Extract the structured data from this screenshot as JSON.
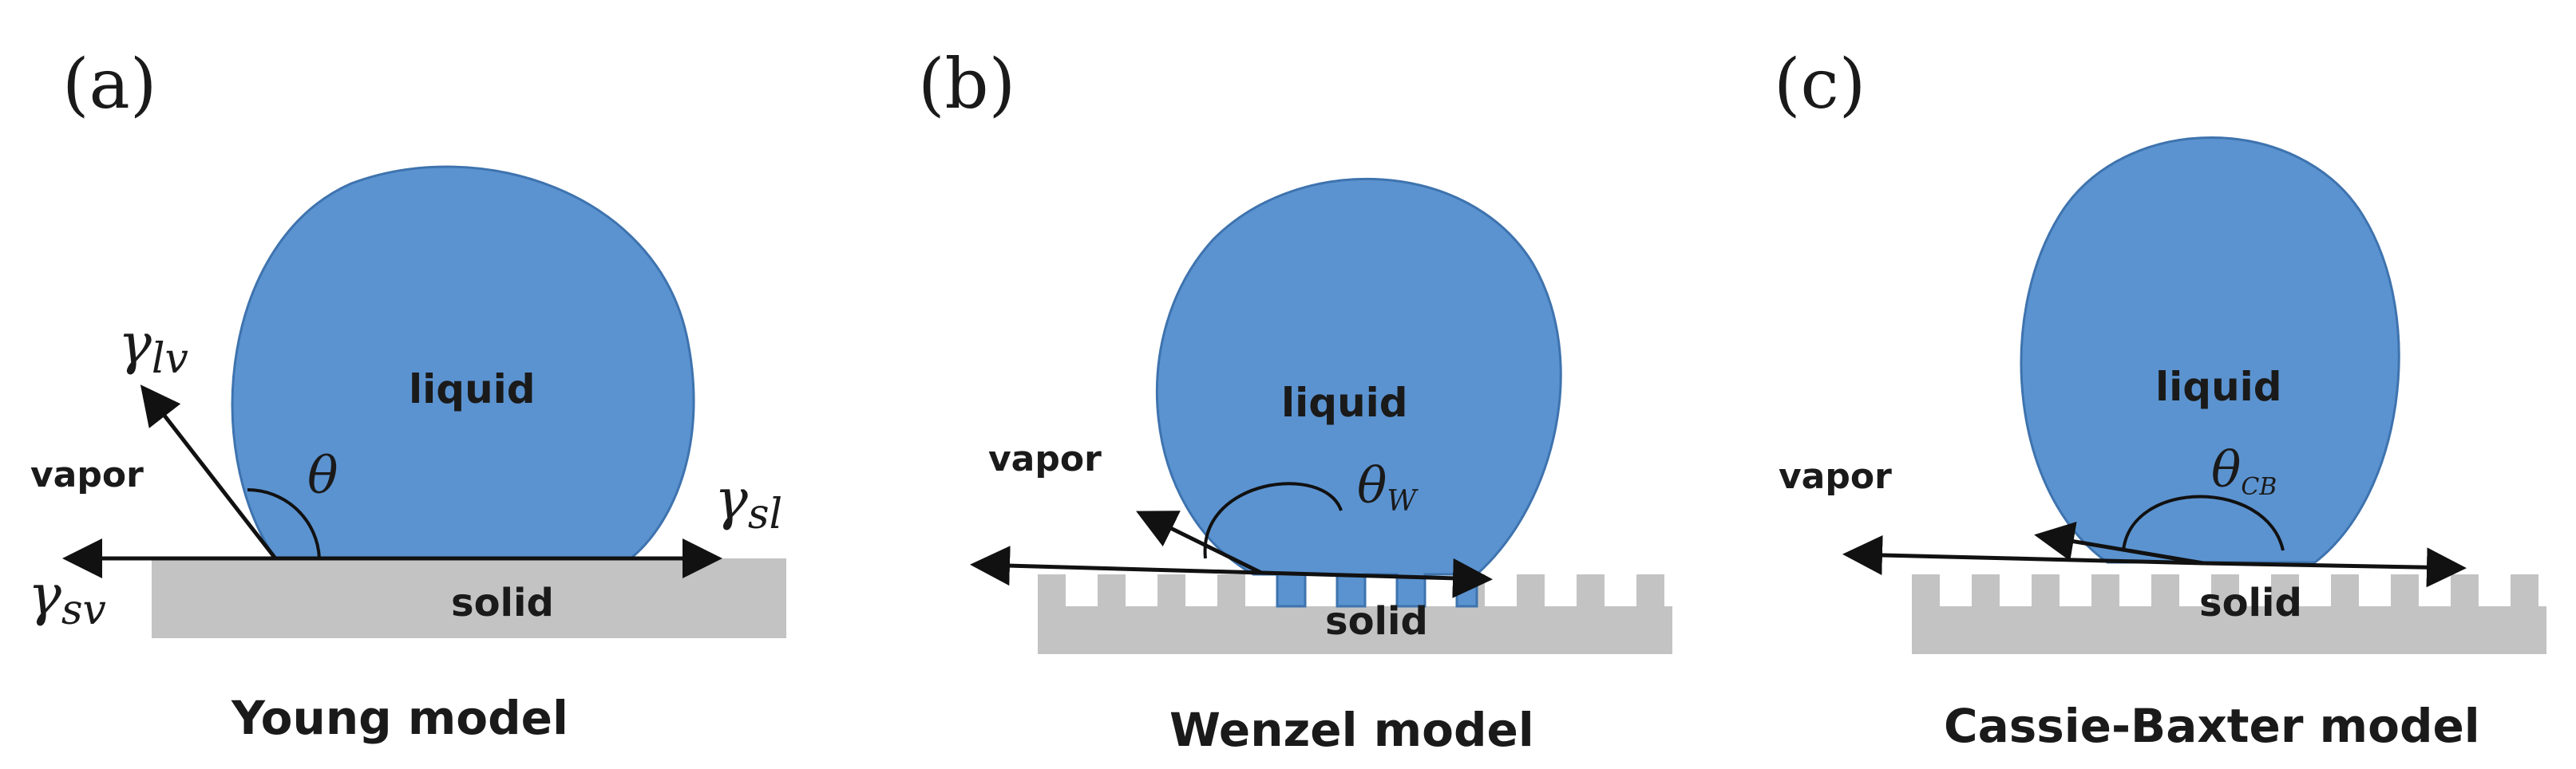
{
  "colors": {
    "droplet": "#5B93D0",
    "droplet_edge": "#3E73AE",
    "solid": "#C3C3C3",
    "line": "#111111"
  },
  "panels": [
    {
      "letter": "(a)",
      "caption": "Young model",
      "liquid": "liquid",
      "vapor": "vapor",
      "solid": "solid",
      "theta": "θ",
      "gamma_lv": {
        "base": "γ",
        "sub": "lv"
      },
      "gamma_sl": {
        "base": "γ",
        "sub": "sl"
      },
      "gamma_sv": {
        "base": "γ",
        "sub": "sv"
      }
    },
    {
      "letter": "(b)",
      "caption": "Wenzel model",
      "liquid": "liquid",
      "vapor": "vapor",
      "solid": "solid",
      "theta": {
        "base": "θ",
        "sub": "W"
      }
    },
    {
      "letter": "(c)",
      "caption": "Cassie-Baxter model",
      "liquid": "liquid",
      "vapor": "vapor",
      "solid": "solid",
      "theta": {
        "base": "θ",
        "sub": "CB"
      }
    }
  ]
}
